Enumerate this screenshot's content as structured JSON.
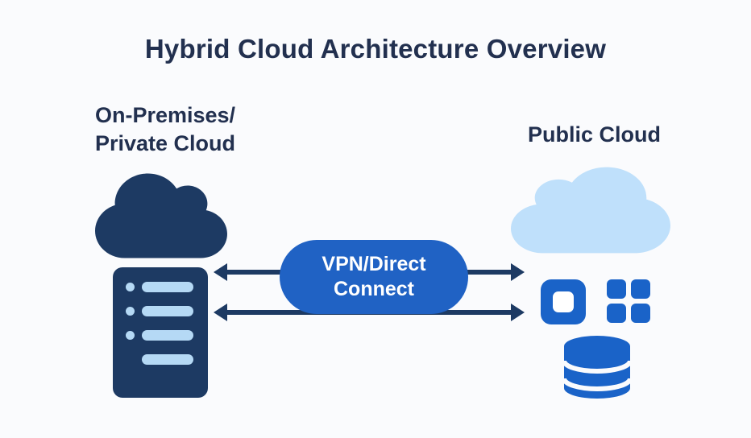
{
  "title": "Hybrid Cloud Architecture Overview",
  "left_node": {
    "label_line1": "On-Premises/",
    "label_line2": "Private Cloud",
    "icons": [
      "private-cloud-icon",
      "server-icon"
    ]
  },
  "right_node": {
    "label": "Public Cloud",
    "icons": [
      "public-cloud-icon",
      "container-icon",
      "app-grid-icon",
      "database-icon"
    ]
  },
  "connector": {
    "label_line1": "VPN/Direct",
    "label_line2": "Connect",
    "style": "two bidirectional horizontal arrows between nodes"
  },
  "colors": {
    "background": "#fafbfd",
    "text_navy": "#22304f",
    "icon_navy": "#1d3a63",
    "accent_blue": "#1a63c8",
    "pill_blue": "#2062c4",
    "light_cloud_blue": "#bfe0fb",
    "server_detail_blue": "#b5d9f5",
    "pill_text": "#ffffff"
  }
}
